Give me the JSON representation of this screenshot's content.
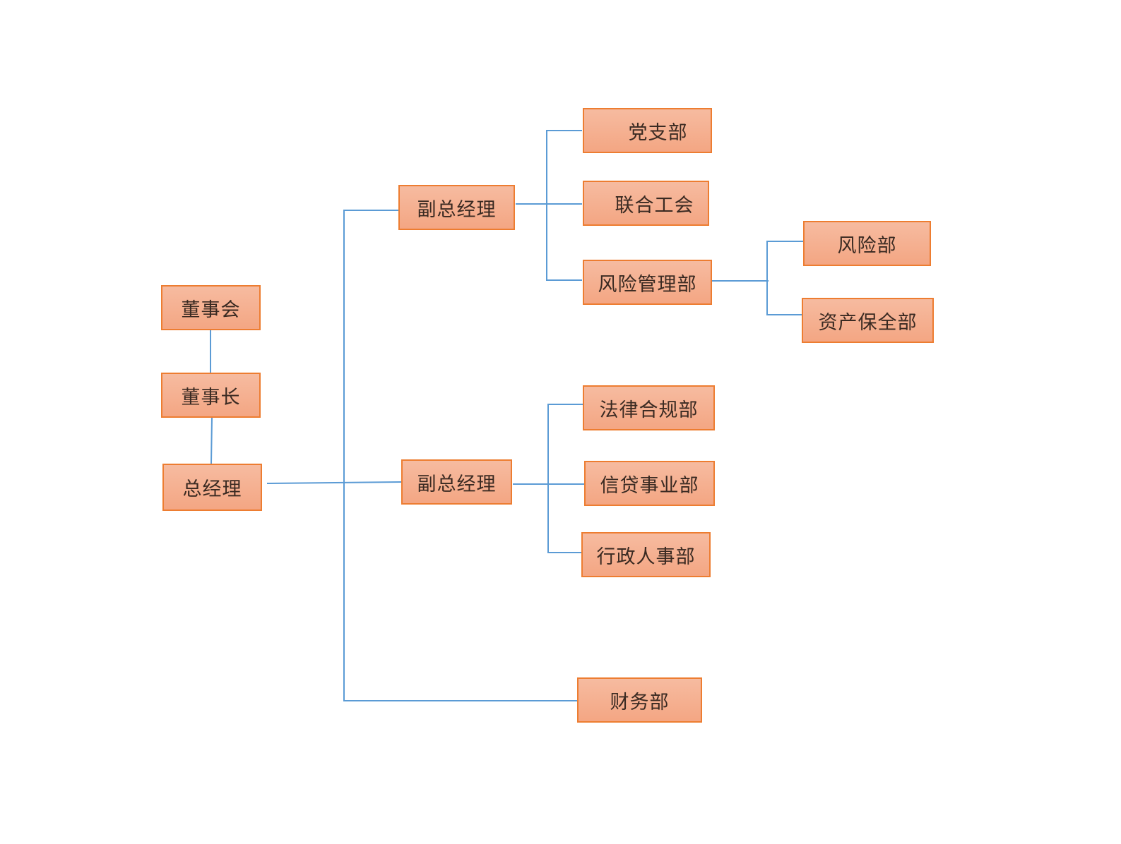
{
  "diagram": {
    "type": "org-chart",
    "nodes": {
      "board": {
        "label": "董事会"
      },
      "chairman": {
        "label": "董事长"
      },
      "general_manager": {
        "label": "总经理"
      },
      "deputy_gm_1": {
        "label": "副总经理"
      },
      "deputy_gm_2": {
        "label": "副总经理"
      },
      "party_branch": {
        "label": "党支部"
      },
      "trade_union": {
        "label": "联合工会"
      },
      "risk_mgmt": {
        "label": "风险管理部"
      },
      "risk_dept": {
        "label": "风险部"
      },
      "asset_preservation": {
        "label": "资产保全部"
      },
      "legal_compliance": {
        "label": "法律合规部"
      },
      "credit_business": {
        "label": "信贷事业部"
      },
      "admin_hr": {
        "label": "行政人事部"
      },
      "finance": {
        "label": "财务部"
      }
    },
    "edges": [
      {
        "from": "board",
        "to": "chairman"
      },
      {
        "from": "chairman",
        "to": "general_manager"
      },
      {
        "from": "general_manager",
        "to": "deputy_gm_1"
      },
      {
        "from": "general_manager",
        "to": "deputy_gm_2"
      },
      {
        "from": "general_manager",
        "to": "finance"
      },
      {
        "from": "deputy_gm_1",
        "to": "party_branch"
      },
      {
        "from": "deputy_gm_1",
        "to": "trade_union"
      },
      {
        "from": "deputy_gm_1",
        "to": "risk_mgmt"
      },
      {
        "from": "risk_mgmt",
        "to": "risk_dept"
      },
      {
        "from": "risk_mgmt",
        "to": "asset_preservation"
      },
      {
        "from": "deputy_gm_2",
        "to": "legal_compliance"
      },
      {
        "from": "deputy_gm_2",
        "to": "credit_business"
      },
      {
        "from": "deputy_gm_2",
        "to": "admin_hr"
      }
    ],
    "colors": {
      "box_fill_top": "#f6bba0",
      "box_fill_bottom": "#f4a683",
      "box_border": "#ed7d31",
      "connector": "#5b9bd5",
      "text": "#3a2a22"
    }
  }
}
